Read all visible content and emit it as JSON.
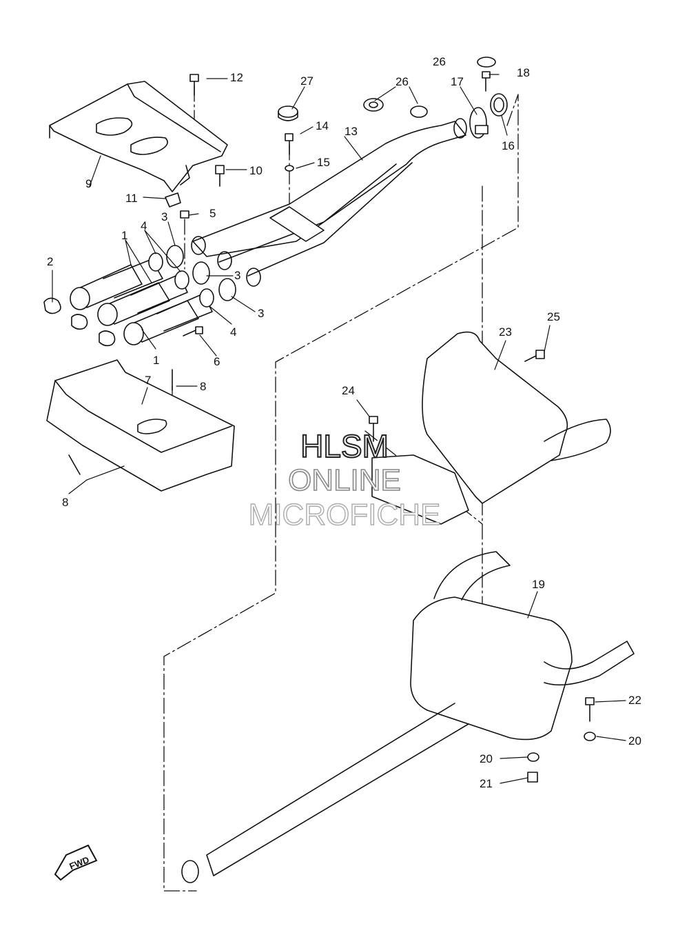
{
  "watermark": {
    "line1": "HLSM",
    "line2": "ONLINE",
    "line3": "MICROFICHE"
  },
  "direction_badge": "FWD",
  "callouts": {
    "c1a": "1",
    "c1b": "1",
    "c2": "2",
    "c3a": "3",
    "c3b": "3",
    "c3c": "3",
    "c4a": "4",
    "c4b": "4",
    "c5": "5",
    "c6": "6",
    "c7": "7",
    "c8a": "8",
    "c8b": "8",
    "c9": "9",
    "c10": "10",
    "c11": "11",
    "c12": "12",
    "c13": "13",
    "c14": "14",
    "c15": "15",
    "c16": "16",
    "c17": "17",
    "c18": "18",
    "c19": "19",
    "c20a": "20",
    "c20b": "20",
    "c21": "21",
    "c22": "22",
    "c23": "23",
    "c24": "24",
    "c25": "25",
    "c26a": "26",
    "c26b": "26",
    "c27": "27"
  }
}
